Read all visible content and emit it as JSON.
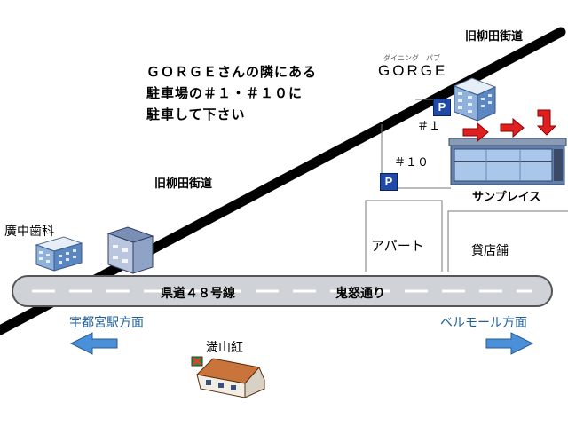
{
  "instructions": {
    "line1": "ＧＯＲＧＥさんの隣にある",
    "line2": "駐車場の＃１・＃１０に",
    "line3": "駐車して下さい"
  },
  "labels": {
    "old_road_top": "旧柳田街道",
    "old_road_mid": "旧柳田街道",
    "gorge_ruby": "ダイニング　パブ",
    "gorge": "GORGE",
    "parking_1": "＃１",
    "parking_10": "＃１０",
    "parking_icon": "P",
    "sunplace": "サンプレイス",
    "apart": "アパート",
    "rental_store": "貸店舗",
    "dental": "廣中歯科",
    "road_prefectural": "県道４８号線",
    "road_kinu": "鬼怒通り",
    "dir_utsunomiya": "宇都宮駅方面",
    "dir_bellmall": "ベルモール方面",
    "mankoko": "満山紅"
  },
  "colors": {
    "road_fill": "#cfd2d6",
    "arrow_blue": "#4a90d9",
    "parking_blue": "#1f4aa8",
    "red_arrow": "#e02020"
  }
}
